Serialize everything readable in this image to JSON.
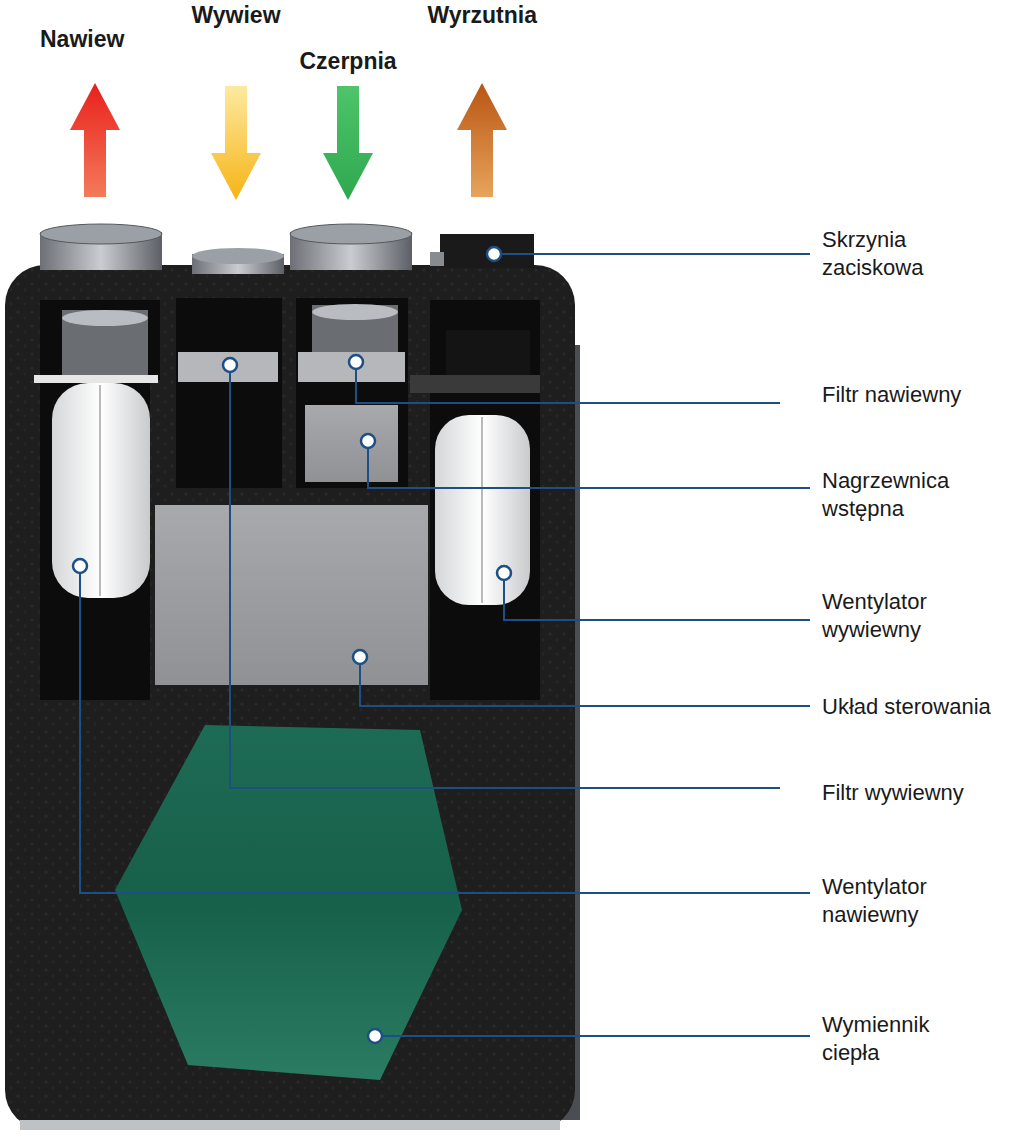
{
  "diagram": {
    "labels": [
      "Nawiew",
      "Wywiew",
      "Czerpnia",
      "Wyrzutnia",
      "Skrzynia zaciskowa",
      "Filtr nawiewny",
      "Nagrzewnica wstępna",
      "Wentylator wywiewny",
      "Układ sterowania",
      "Filtr wywiewny",
      "Wentylator nawiewny",
      "Wymiennik ciepła"
    ]
  }
}
